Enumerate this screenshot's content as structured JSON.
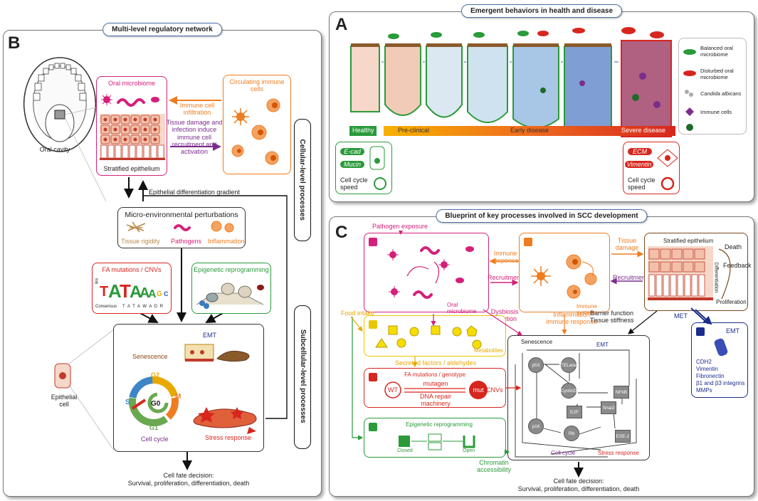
{
  "panel_b": {
    "letter": "B",
    "title": "Multi-level regulatory network",
    "oral_cavity": "Oral cavity",
    "oral_microbiome": "Oral microbiome",
    "stratified_epithelium": "Stratified epithelium",
    "circulating_immune": "Circulating immune cells",
    "immune_infiltration": "Immune cell infiltration",
    "tissue_damage": "Tissue damage and infection induce immune cell recruitment and activation",
    "cellular_level": "Cellular-level processes",
    "subcellular_level": "Subcellular-level processes",
    "epithelial_gradient": "Epithelial differentiation gradient",
    "micro_env": "Micro-environmental perturbations",
    "tissue_rigidity": "Tissue rigidity",
    "pathogens": "Pathogens",
    "inflammation": "Inflammation",
    "fa_mutations": "FA mutations / CNVs",
    "epigenetic": "Epigenetic reprogramming",
    "logo_bits": "Bits",
    "logo_consensus": "Consensus",
    "logo_seq": "T A T A W A D R",
    "emt": "EMT",
    "senescence": "Senescence",
    "cell_cycle": "Cell cycle",
    "stress_response": "Stress response",
    "epithelial_cell": "Epithelial cell",
    "phases": {
      "g0": "G0",
      "g1": "G1",
      "g2": "G2",
      "s": "S",
      "m": "M"
    },
    "fate_title": "Cell fate decision:",
    "fate_list": "Survival, proliferation, differentiation, death"
  },
  "panel_a": {
    "letter": "A",
    "title": "Emergent behaviors in health and disease",
    "stages": {
      "healthy": "Healthy",
      "preclinical": "Pre-clinical",
      "early": "Early disease",
      "severe": "Severe disease"
    },
    "legend": {
      "balanced": "Balanced oral microbiome",
      "disturbed": "Disturbed oral microbiome",
      "candida": "Candida albicans",
      "immune": "Immune cells"
    },
    "healthy_box": {
      "ecad": "E-cad",
      "mucin": "Mucin",
      "speed": "Cell cycle speed"
    },
    "severe_box": {
      "ecm": "ECM",
      "vimentin": "Vimentin",
      "speed": "Cell cycle speed"
    }
  },
  "panel_c": {
    "letter": "C",
    "title": "Blueprint of key processes involved in SCC development",
    "pathogen_exposure": "Pathogen exposure",
    "oral_microbiome": "Oral microbiome",
    "immune_response": "Immune response",
    "recruitment": "Recruitment",
    "immune_system": "Immune system",
    "tissue_damage": "Tissue damage",
    "recruitment2": "Recruitment",
    "stratified_epithelium": "Stratified epithelium",
    "death": "Death",
    "feedback": "Feedback",
    "differentiation": "Differentiation",
    "proliferation": "Proliferation",
    "food_intake": "Food intake",
    "dysbiosis": "Dysbiosis",
    "infection": "Infection",
    "inflammation_immune": "Inflammation immune response",
    "barrier": "Barrier function",
    "stiffness": "Tissue stiffness",
    "met": "MET",
    "emt_label": "EMT",
    "emt_markers": [
      "CDH2",
      "Vimentin",
      "Fibronectin",
      "β1 and β3 integrins",
      "MMPs"
    ],
    "metabolites": "Metabolites",
    "secreted": "Secreted factors / aldehydes",
    "fa_genotype": "FA mutations / genotype",
    "wt": "WT",
    "mut": "mut",
    "mutagen": "mutagen",
    "dna_repair": "DNA repair machinery",
    "cnvs": "CNVs",
    "epigenetic": "Epigenetic reprogramming",
    "closed": "Closed",
    "open": "Open",
    "chromatin": "Chromatin accessibility",
    "network": {
      "senescence": "Senescence",
      "emt": "EMT",
      "cell_cycle": "Cell cycle",
      "stress_response": "Stress response",
      "nodes": {
        "p53": "p53",
        "telase": "TELase",
        "cyclin": "CyclinD",
        "nfkb": "NFkB",
        "e2f": "E2F",
        "snai2": "Snai2",
        "p16": "p16",
        "rb": "Rb",
        "ese2": "ESE-2"
      }
    },
    "fate_title": "Cell fate decision:",
    "fate_list": "Survival, proliferation, differentiation, death"
  },
  "colors": {
    "pink": "#d4207a",
    "orange": "#ee7d22",
    "purple": "#7b2d8e",
    "red": "#d7261e",
    "green": "#2a9a3a",
    "yellow": "#e8c800",
    "brown": "#7a4a1e",
    "navy": "#1a2d8c",
    "gray": "#8a8a8a"
  }
}
